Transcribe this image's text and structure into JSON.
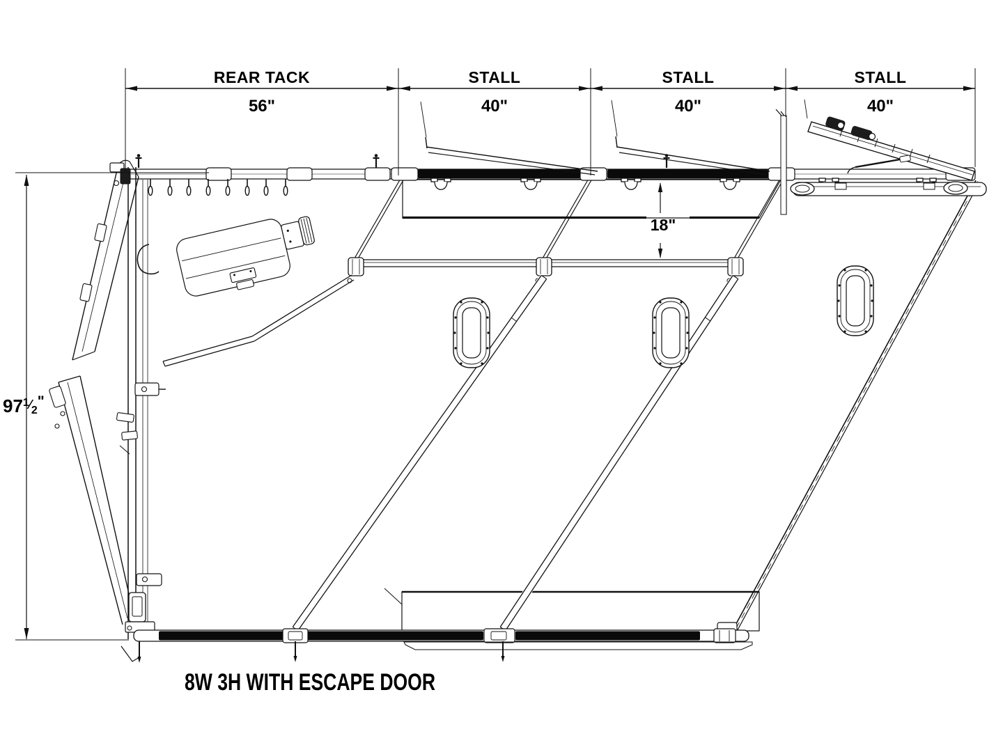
{
  "title": {
    "text": "8W 3H WITH ESCAPE DOOR"
  },
  "dimensions": {
    "top": [
      {
        "label": "REAR TACK",
        "value": "56\""
      },
      {
        "label": "STALL",
        "value": "40\""
      },
      {
        "label": "STALL",
        "value": "40\""
      },
      {
        "label": "STALL",
        "value": "40\""
      }
    ],
    "height": {
      "whole": "97",
      "numerator": "1",
      "denominator": "2",
      "unit": "\""
    },
    "head": {
      "value": "18\""
    }
  },
  "colors": {
    "line": "#111111",
    "pad": "#0a0a0a",
    "background": "#ffffff"
  }
}
